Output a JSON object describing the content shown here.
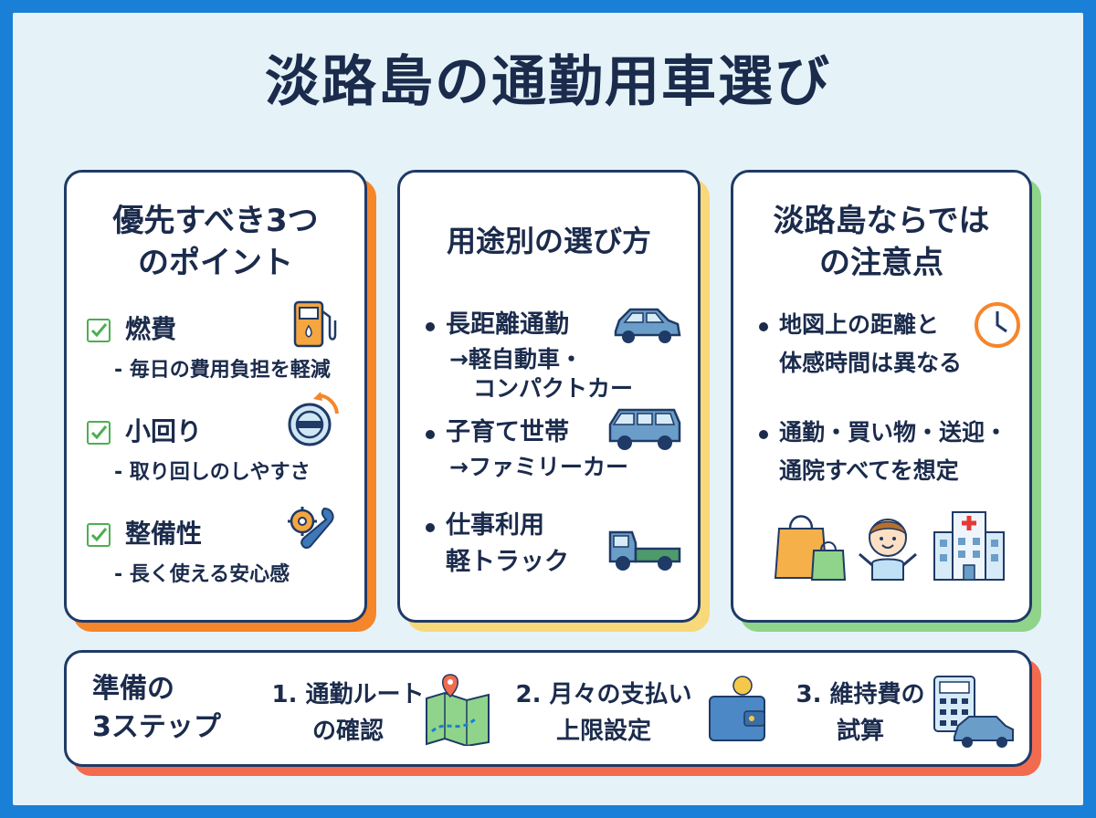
{
  "title": "淡路島の通勤用車選び",
  "cards": {
    "priority": {
      "title_line1": "優先すべき3つ",
      "title_line2": "のポイント",
      "items": [
        {
          "label": "燃費",
          "sub": "- 毎日の費用負担を軽減",
          "icon": "fuel-pump-icon"
        },
        {
          "label": "小回り",
          "sub": "- 取り回しのしやすさ",
          "icon": "steering-wheel-icon"
        },
        {
          "label": "整備性",
          "sub": "- 長く使える安心感",
          "icon": "tools-icon"
        }
      ],
      "shadow_color": "#f5862a"
    },
    "usage": {
      "title": "用途別の選び方",
      "items": [
        {
          "line1": "長距離通勤",
          "line2": "→軽自動車・",
          "line3": "コンパクトカー",
          "icon": "compact-car-icon"
        },
        {
          "line1": "子育て世帯",
          "line2": "→ファミリーカー",
          "icon": "minivan-icon"
        },
        {
          "line1": "仕事利用",
          "line2": "軽トラック",
          "icon": "kei-truck-icon"
        }
      ],
      "shadow_color": "#f7d87a"
    },
    "awaji": {
      "title_line1": "淡路島ならでは",
      "title_line2": "の注意点",
      "items": [
        {
          "line1": "地図上の距離と",
          "line2": "体感時間は異なる",
          "icon": "clock-icon"
        },
        {
          "line1": "通勤・買い物・送迎・",
          "line2": "通院すべてを想定"
        }
      ],
      "icons": [
        "shopping-bag-icon",
        "child-icon",
        "hospital-icon"
      ],
      "shadow_color": "#8fd48a"
    }
  },
  "steps": {
    "heading_line1": "準備の",
    "heading_line2": "3ステップ",
    "items": [
      {
        "line1": "1. 通勤ルート",
        "line2": "の確認",
        "icon": "map-route-icon"
      },
      {
        "line1": "2. 月々の支払い",
        "line2": "上限設定",
        "icon": "wallet-icon"
      },
      {
        "line1": "3. 維持費の",
        "line2": "試算",
        "icon": "calculator-car-icon"
      }
    ],
    "shadow_color": "#f26b4f"
  },
  "colors": {
    "border_blue": "#1a7fd6",
    "background": "#e5f3f9",
    "ink": "#1b2b4c",
    "check_green": "#4caf50"
  }
}
